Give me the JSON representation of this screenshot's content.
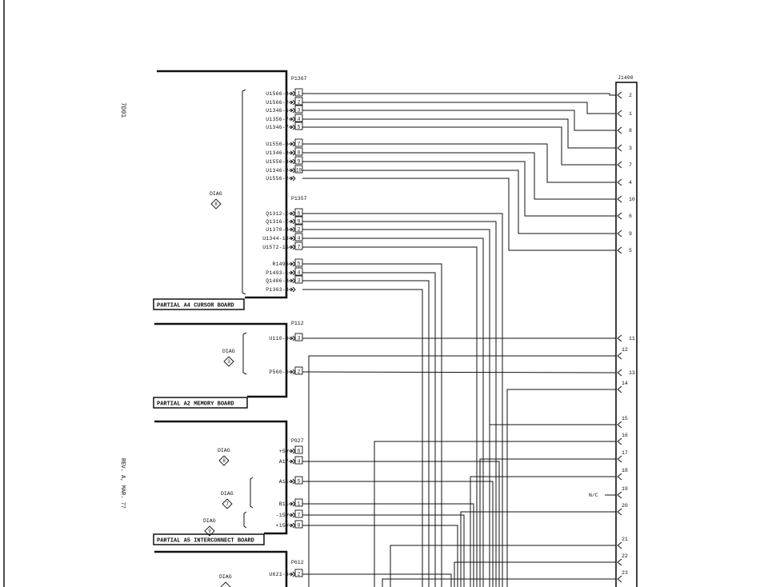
{
  "sheet": {
    "page_id": "7D01",
    "revision": "REV. A, MAR. 77",
    "output_connector": "J1400"
  },
  "boards": [
    {
      "label": "PARTIAL A4 CURSOR BOARD"
    },
    {
      "label": "PARTIAL A2 MEMORY BOARD"
    },
    {
      "label": "PARTIAL A5 INTERCONNECT BOARD"
    }
  ],
  "connectors": [
    {
      "name": "P1367"
    },
    {
      "name": "P1357"
    },
    {
      "name": "P112"
    },
    {
      "name": "P927"
    },
    {
      "name": "P612"
    }
  ],
  "signals": [
    {
      "label": "U1566-3",
      "pin": "1",
      "j": "2"
    },
    {
      "label": "U1566-2",
      "pin": "2",
      "j": "1"
    },
    {
      "label": "U1346-6",
      "pin": "3",
      "j": "8"
    },
    {
      "label": "U1356-7",
      "pin": "4",
      "j": "3"
    },
    {
      "label": "U1346-7",
      "pin": "5",
      "j": "7"
    },
    {
      "label": "U1556-6",
      "pin": "7",
      "j": "4"
    },
    {
      "label": "U1346-3",
      "pin": "8",
      "j": "10"
    },
    {
      "label": "U1556-3",
      "pin": "9",
      "j": "6"
    },
    {
      "label": "U1346-2",
      "pin": "10",
      "j": "9"
    },
    {
      "label": "U1556-2",
      "pin": "",
      "j": "5"
    },
    {
      "label": "Q1312-C",
      "pin": "6",
      "j": ""
    },
    {
      "label": "Q1316-C",
      "pin": "9",
      "j": ""
    },
    {
      "label": "U1370-8",
      "pin": "2",
      "j": ""
    },
    {
      "label": "U1344-13",
      "pin": "4",
      "j": ""
    },
    {
      "label": "U1572-15",
      "pin": "7",
      "j": ""
    },
    {
      "label": "R1496",
      "pin": "5",
      "j": ""
    },
    {
      "label": "P1493-1",
      "pin": "4",
      "j": ""
    },
    {
      "label": "Q1406-B",
      "pin": "3",
      "j": ""
    },
    {
      "label": "P1363-8",
      "pin": "",
      "j": ""
    },
    {
      "label": "U110-9",
      "pin": "3",
      "j": "11"
    },
    {
      "label": "P560-6",
      "pin": "2",
      "j": "13"
    },
    {
      "label": "+5V",
      "pin": "6",
      "j": ""
    },
    {
      "label": "A17",
      "pin": "4",
      "j": ""
    },
    {
      "label": "A11",
      "pin": "5",
      "j": ""
    },
    {
      "label": "B11",
      "pin": "1",
      "j": ""
    },
    {
      "label": "-15V",
      "pin": "7",
      "j": ""
    },
    {
      "label": "+15V",
      "pin": "8",
      "j": ""
    },
    {
      "label": "U621-3",
      "pin": "2",
      "j": ""
    }
  ],
  "j_pins_extra": [
    "12",
    "14",
    "15",
    "16",
    "17",
    "18",
    "19",
    "20",
    "21",
    "22",
    "23"
  ],
  "nc_label": "N/C",
  "diag_marks": [
    {
      "text": "DIAG",
      "num": "8"
    },
    {
      "text": "DIAG",
      "num": "3"
    },
    {
      "text": "DIAG",
      "num": "8"
    },
    {
      "text": "DIAG",
      "num": "7"
    },
    {
      "text": "DIAG",
      "num": "9"
    },
    {
      "text": "DIAG",
      "num": ""
    }
  ]
}
